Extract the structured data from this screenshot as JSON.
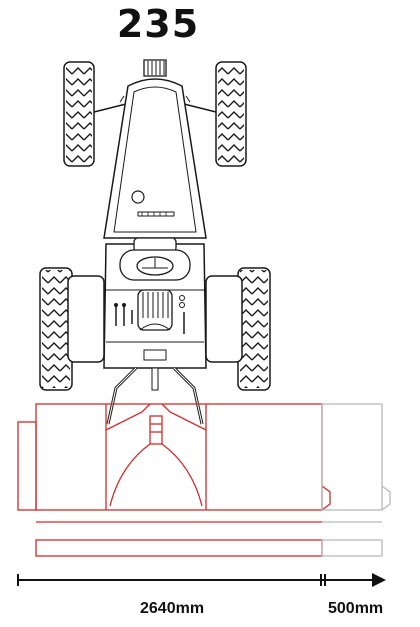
{
  "model_number": "235",
  "dimensions": {
    "working_width": "2640mm",
    "extension_width": "500mm"
  },
  "colors": {
    "line": "#1a1a1a",
    "implement": "#d42a2a",
    "extension": "#b9b9b9"
  }
}
